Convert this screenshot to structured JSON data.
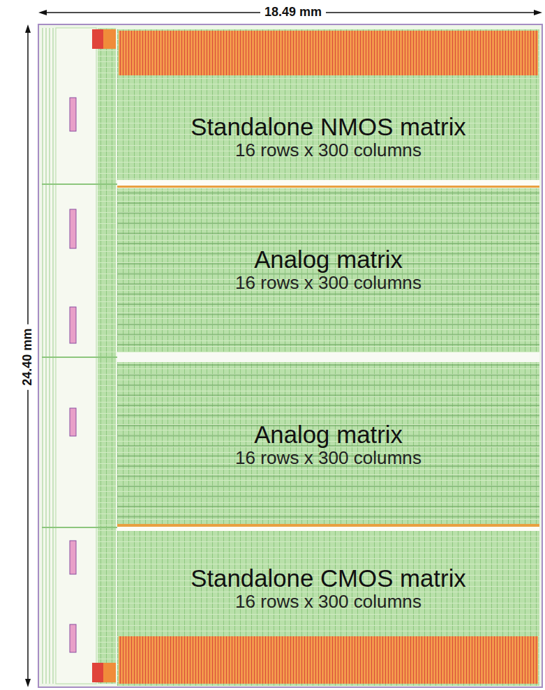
{
  "diagram": {
    "nodes": [
      {
        "text": [
          "Standalone NMOS matrix",
          "16 rows x 300 columns"
        ]
      },
      {
        "text": [
          "Analog matrix",
          "16 rows x 300 columns"
        ]
      },
      {
        "text": [
          "Analog matrix",
          "16 rows x 300 columns"
        ]
      },
      {
        "text": [
          "Standalone CMOS matrix",
          "16 rows x 300 columns"
        ]
      }
    ],
    "labels": [
      "18.49 mm",
      "24.40 mm"
    ]
  }
}
